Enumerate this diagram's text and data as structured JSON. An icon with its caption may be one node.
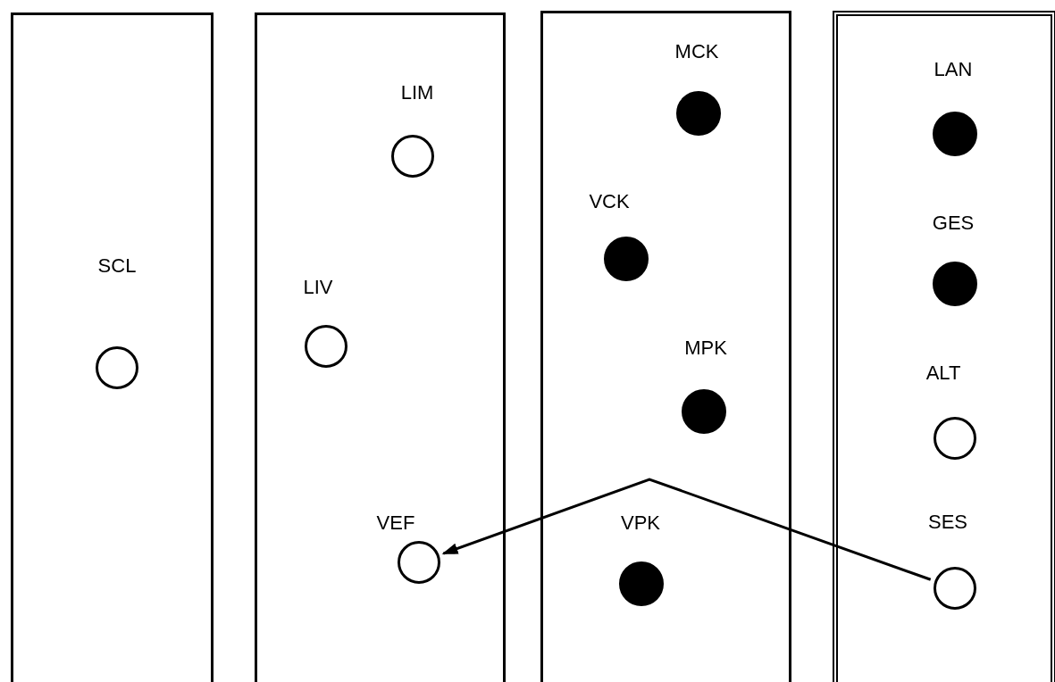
{
  "diagram": {
    "nodes": [
      {
        "text": [],
        "shape": "box"
      },
      {
        "text": [],
        "shape": "circle",
        "in": 0
      },
      {
        "text": [],
        "shape": "box"
      },
      {
        "text": [],
        "shape": "circle",
        "in": 2
      },
      {
        "text": [],
        "shape": "circle",
        "in": 2
      },
      {
        "text": [],
        "shape": "circle",
        "in": 2
      },
      {
        "text": [],
        "shape": "box"
      },
      {
        "text": [],
        "shape": "dot",
        "in": 6
      },
      {
        "text": [],
        "shape": "dot",
        "in": 6
      },
      {
        "text": [],
        "shape": "dot",
        "in": 6
      },
      {
        "text": [],
        "shape": "dot",
        "in": 6
      },
      {
        "text": [],
        "shape": "frame"
      },
      {
        "text": [],
        "shape": "dot",
        "in": 11
      },
      {
        "text": [],
        "shape": "dot",
        "in": 11
      },
      {
        "text": [],
        "shape": "circle",
        "in": 11
      },
      {
        "text": [],
        "shape": "circle",
        "in": 11
      }
    ],
    "edges": [
      {
        "from": 15,
        "to": 5,
        "arrow": "to"
      }
    ],
    "labels": [
      "SCL",
      "LIM",
      "LIV",
      "VEF",
      "MCK",
      "VCK",
      "MPK",
      "VPK",
      "LAN",
      "GES",
      "ALT",
      "SES"
    ]
  }
}
